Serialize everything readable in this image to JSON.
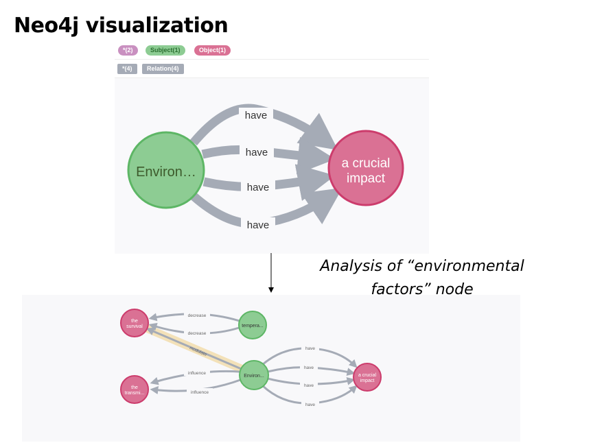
{
  "title": "Neo4j visualization",
  "legend": {
    "nodes": [
      {
        "label": "*(2)",
        "color": "#c990c0",
        "text_color": "#ffffff"
      },
      {
        "label": "Subject(1)",
        "color": "#8dcc93",
        "text_color": "#2a6e30"
      },
      {
        "label": "Object(1)",
        "color": "#da7194",
        "text_color": "#ffffff"
      }
    ],
    "relations": [
      {
        "label": "*(4)"
      },
      {
        "label": "Relation(4)"
      }
    ]
  },
  "top_graph": {
    "subject_node": "Environ…",
    "object_node_lines": [
      "a crucial",
      "impact"
    ],
    "edges": [
      "have",
      "have",
      "have",
      "have"
    ]
  },
  "caption_lines": [
    "Analysis of “environmental",
    "factors” node"
  ],
  "bottom_graph": {
    "nodes": {
      "survival": [
        "the",
        "survival"
      ],
      "transmission": [
        "the",
        "transmi..."
      ],
      "temperature": [
        "tempera..."
      ],
      "environ": [
        "Environ..."
      ],
      "impact": [
        "a crucial",
        "impact"
      ]
    },
    "edges": {
      "decrease_1": "decrease",
      "decrease_2": "decrease",
      "modulate": "modulate",
      "influence_1": "influence",
      "influence_2": "influence",
      "have_1": "have",
      "have_2": "have",
      "have_3": "have",
      "have_4": "have"
    }
  },
  "colors": {
    "subject": "#8dcc93",
    "subject_stroke": "#5db665",
    "object": "#da7194",
    "object_stroke": "#cc3c6c",
    "edge": "#a5abb6",
    "highlight": "#f3e1b8"
  }
}
